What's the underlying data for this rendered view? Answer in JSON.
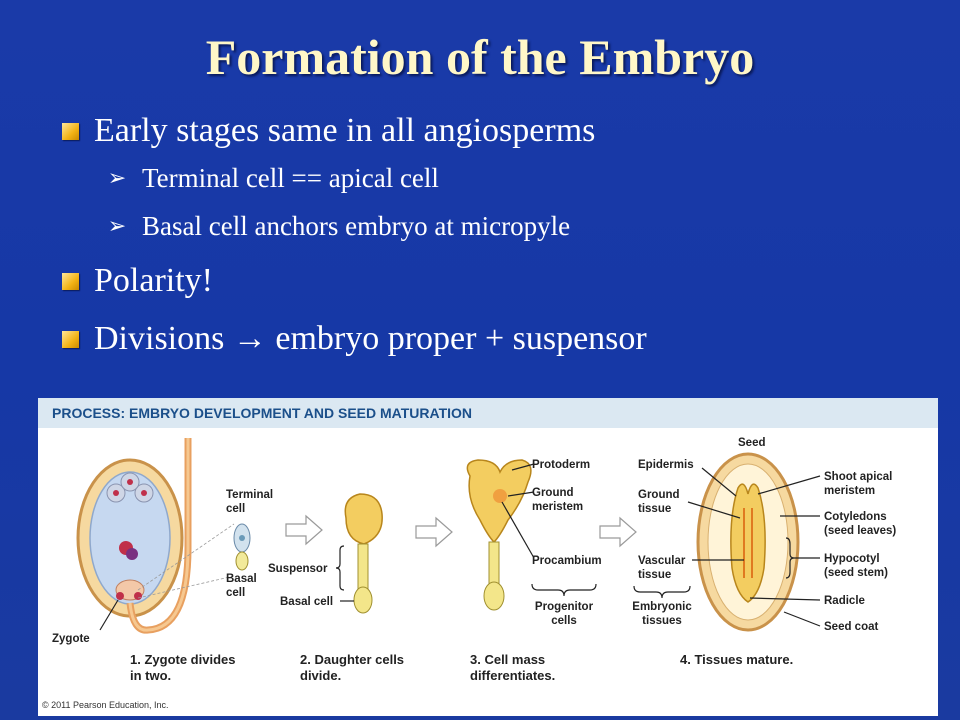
{
  "slide": {
    "title": "Formation of the Embryo",
    "bullets": [
      {
        "text": "Early stages same in all angiosperms",
        "level": 1
      },
      {
        "text": "Terminal cell == apical cell",
        "level": 2
      },
      {
        "text": "Basal cell anchors embryo at micropyle",
        "level": 2
      },
      {
        "text": "Polarity!",
        "level": 1
      },
      {
        "text": "Divisions → embryo proper + suspensor",
        "level": 1
      }
    ],
    "bullet_color": "#f3b315",
    "title_color": "#fff7c8",
    "background": "#1a3aa8"
  },
  "figure": {
    "header": "PROCESS: EMBRYO DEVELOPMENT AND SEED MATURATION",
    "header_color": "#1b4f8a",
    "labels": {
      "terminal_cell": [
        "Terminal",
        "cell"
      ],
      "basal_cell_small": [
        "Basal",
        "cell"
      ],
      "zygote": "Zygote",
      "suspensor": "Suspensor",
      "basal_cell": "Basal cell",
      "protoderm": "Protoderm",
      "ground_meristem": [
        "Ground",
        "meristem"
      ],
      "procambium": "Procambium",
      "progenitor_cells": [
        "Progenitor",
        "cells"
      ],
      "seed": "Seed",
      "epidermis": "Epidermis",
      "ground_tissue": [
        "Ground",
        "tissue"
      ],
      "vascular_tissue": [
        "Vascular",
        "tissue"
      ],
      "embryonic_tissues": [
        "Embryonic",
        "tissues"
      ],
      "shoot_apical_meristem": [
        "Shoot apical",
        "meristem"
      ],
      "cotyledons": [
        "Cotyledons",
        "(seed leaves)"
      ],
      "hypocotyl": [
        "Hypocotyl",
        "(seed stem)"
      ],
      "radicle": "Radicle",
      "seed_coat": "Seed coat"
    },
    "steps": [
      [
        "1. Zygote divides",
        "in two."
      ],
      [
        "2. Daughter cells",
        "divide."
      ],
      [
        "3. Cell mass",
        "differentiates."
      ],
      [
        "4. Tissues mature."
      ]
    ],
    "copyright": "© 2011 Pearson Education, Inc."
  }
}
